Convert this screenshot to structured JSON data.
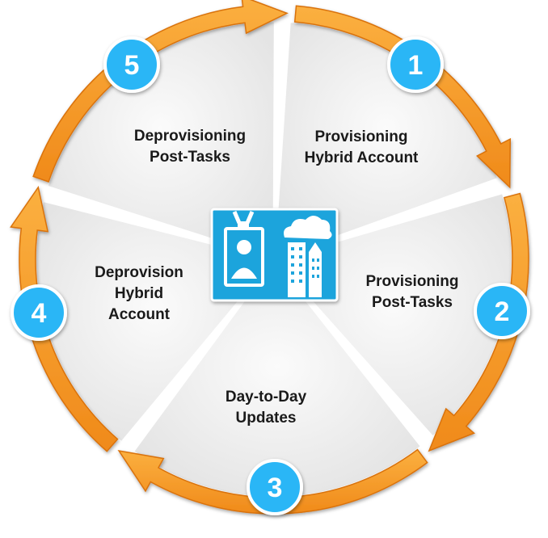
{
  "colors": {
    "arrow": "#f7931e",
    "arrow_dark": "#d9720a",
    "badge": "#29b6f6",
    "badge_border": "#ffffff",
    "wedge": "#eeeeee",
    "divider": "#ffffff",
    "icon_bg": "#1ea4dc"
  },
  "center_icon": {
    "name": "identity-badge-and-cloud-city-icon"
  },
  "stages": [
    {
      "number": "1",
      "lines": [
        "Provisioning",
        "Hybrid Account"
      ]
    },
    {
      "number": "2",
      "lines": [
        "Provisioning",
        "Post-Tasks"
      ]
    },
    {
      "number": "3",
      "lines": [
        "Day-to-Day",
        "Updates"
      ]
    },
    {
      "number": "4",
      "lines": [
        "Deprovision",
        "Hybrid",
        "Account"
      ]
    },
    {
      "number": "5",
      "lines": [
        "Deprovisioning",
        "Post-Tasks"
      ]
    }
  ]
}
